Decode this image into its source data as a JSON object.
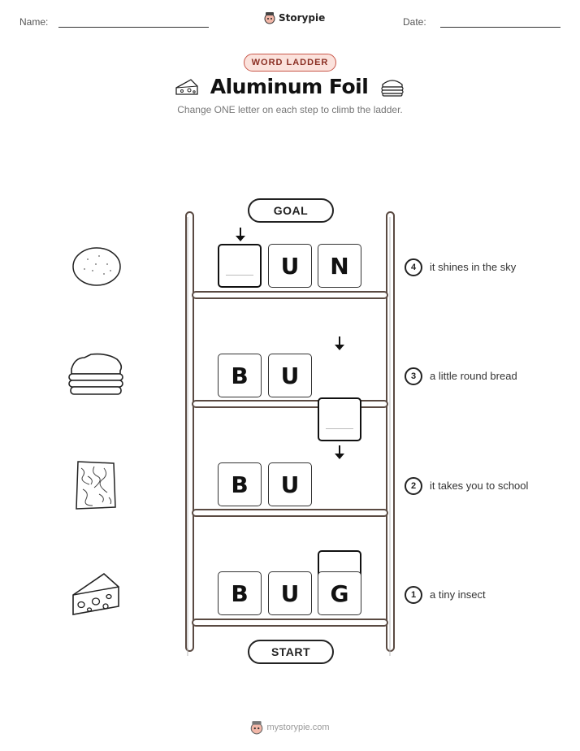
{
  "header": {
    "name_label": "Name:",
    "date_label": "Date:",
    "brand": "Storypie"
  },
  "worksheet": {
    "tag": "WORD LADDER",
    "title": "Aluminum Foil",
    "instructions": "Change ONE letter on each step to climb the ladder."
  },
  "ladder": {
    "goal_label": "GOAL",
    "start_label": "START",
    "rungs": [
      {
        "step": "4",
        "clue": "it shines in the sky",
        "picture": "moon-icon",
        "letters": [
          "",
          "U",
          "N"
        ],
        "blank_index": 0
      },
      {
        "step": "3",
        "clue": "a little round bread",
        "picture": "sandwich-icon",
        "letters": [
          "B",
          "U",
          ""
        ],
        "blank_index": 2
      },
      {
        "step": "2",
        "clue": "it takes you to school",
        "picture": "foil-icon",
        "letters": [
          "B",
          "U",
          ""
        ],
        "blank_index": 2
      },
      {
        "step": "1",
        "clue": "a tiny insect",
        "picture": "cheese-icon",
        "letters": [
          "B",
          "U",
          "G"
        ],
        "blank_index": null
      }
    ]
  },
  "footer": {
    "site": "mystorypie.com"
  },
  "colors": {
    "rail": "#5a4a42",
    "pill_border": "#c9574a",
    "pill_bg": "#fbe2dc"
  }
}
